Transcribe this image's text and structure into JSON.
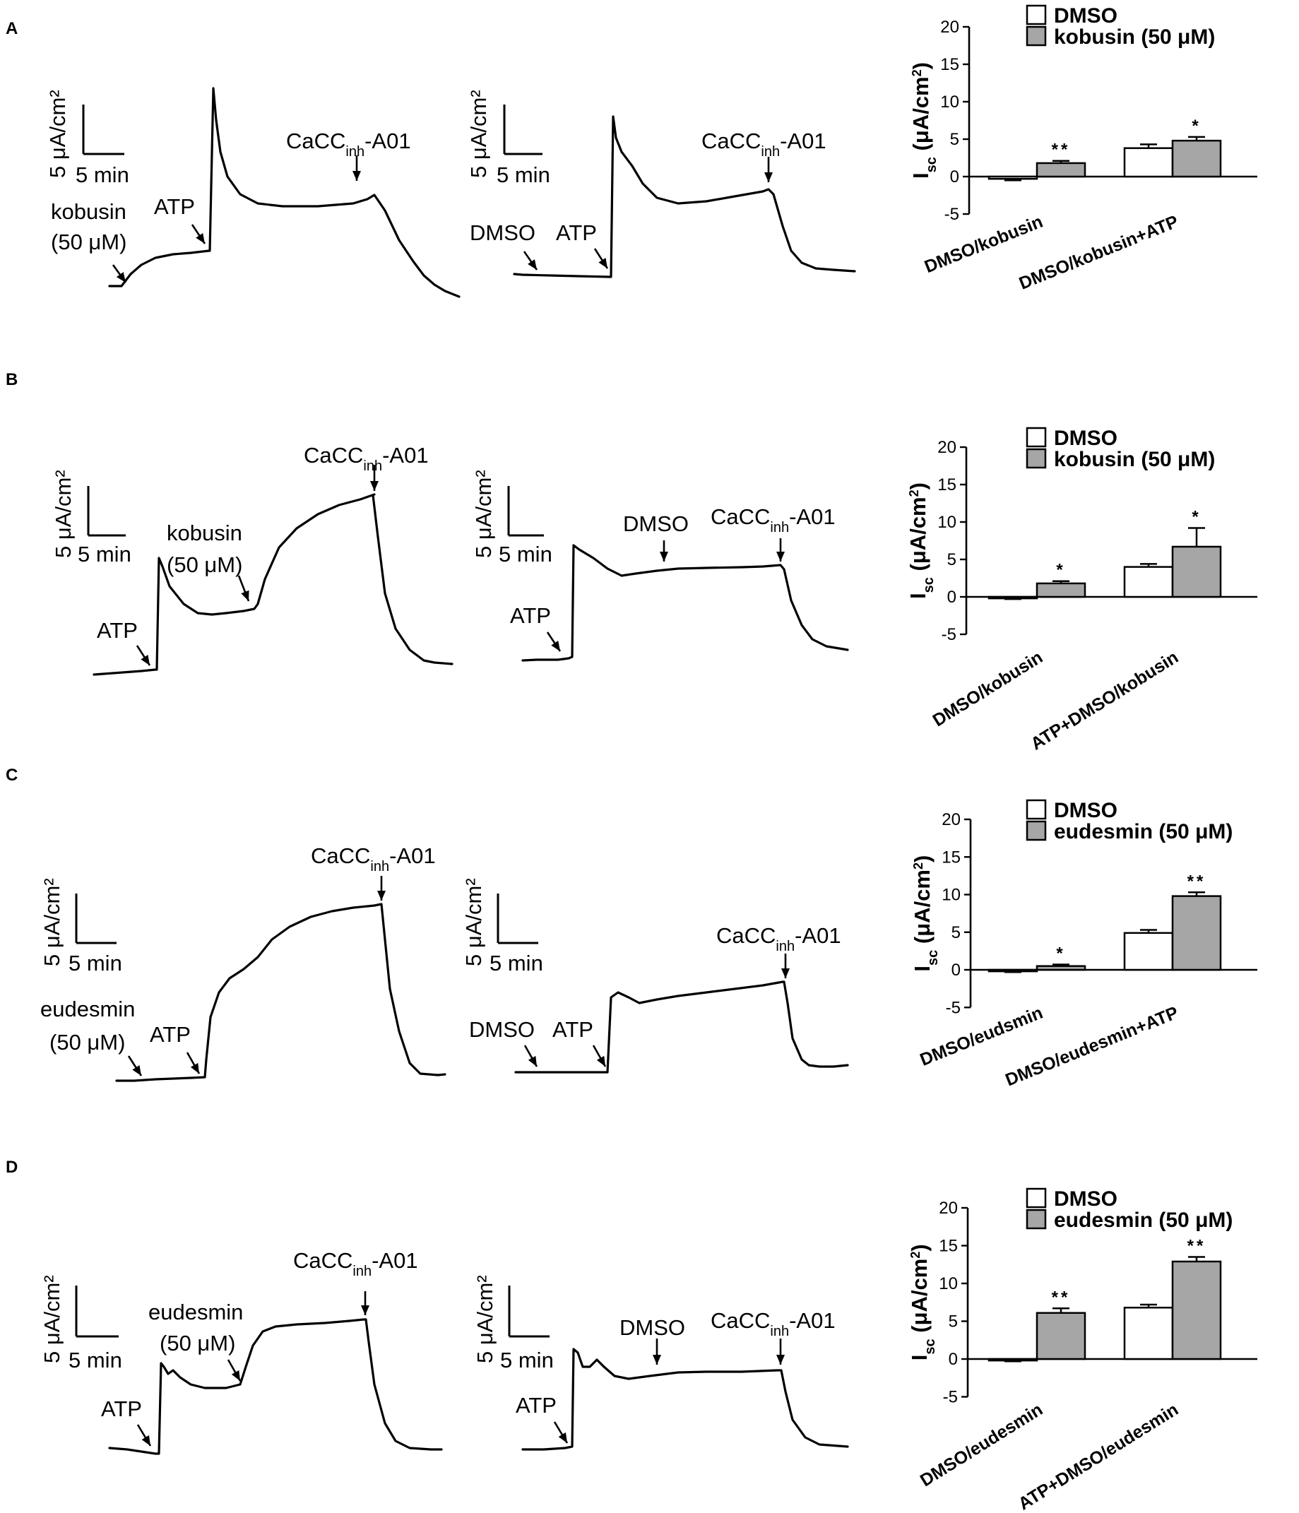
{
  "panels": [
    {
      "letter": "A",
      "traces": [
        {
          "scale": {
            "y": "5 μA/cm²",
            "x": "5 min"
          },
          "labels": [
            {
              "text": "kobusin",
              "sub": ""
            },
            {
              "text": "(50 μM)",
              "sub": ""
            },
            {
              "text": "ATP",
              "sub": ""
            },
            {
              "text": "CaCC",
              "sub": "inh",
              "after": "-A01"
            }
          ]
        },
        {
          "scale": {
            "y": "5 μA/cm²",
            "x": "5 min"
          },
          "labels": [
            {
              "text": "DMSO",
              "sub": ""
            },
            {
              "text": "ATP",
              "sub": ""
            },
            {
              "text": "CaCC",
              "sub": "inh",
              "after": "-A01"
            }
          ]
        }
      ]
    },
    {
      "letter": "B",
      "traces": [
        {
          "scale": {
            "y": "5 μA/cm²",
            "x": "5 min"
          },
          "labels": [
            {
              "text": "ATP",
              "sub": ""
            },
            {
              "text": "kobusin",
              "sub": ""
            },
            {
              "text": "(50 μM)",
              "sub": ""
            },
            {
              "text": "CaCC",
              "sub": "inh",
              "after": "-A01"
            }
          ]
        },
        {
          "scale": {
            "y": "5 μA/cm²",
            "x": "5 min"
          },
          "labels": [
            {
              "text": "ATP",
              "sub": ""
            },
            {
              "text": "DMSO",
              "sub": ""
            },
            {
              "text": "CaCC",
              "sub": "inh",
              "after": "-A01"
            }
          ]
        }
      ]
    },
    {
      "letter": "C",
      "traces": [
        {
          "scale": {
            "y": "5 μA/cm²",
            "x": "5 min"
          },
          "labels": [
            {
              "text": "eudesmin",
              "sub": ""
            },
            {
              "text": "(50 μM)",
              "sub": ""
            },
            {
              "text": "ATP",
              "sub": ""
            },
            {
              "text": "CaCC",
              "sub": "inh",
              "after": "-A01"
            }
          ]
        },
        {
          "scale": {
            "y": "5 μA/cm²",
            "x": "5 min"
          },
          "labels": [
            {
              "text": "DMSO",
              "sub": ""
            },
            {
              "text": "ATP",
              "sub": ""
            },
            {
              "text": "CaCC",
              "sub": "inh",
              "after": "-A01"
            }
          ]
        }
      ]
    },
    {
      "letter": "D",
      "traces": [
        {
          "scale": {
            "y": "5 μA/cm²",
            "x": "5 min"
          },
          "labels": [
            {
              "text": "ATP",
              "sub": ""
            },
            {
              "text": "eudesmin",
              "sub": ""
            },
            {
              "text": "(50 μM)",
              "sub": ""
            },
            {
              "text": "CaCC",
              "sub": "inh",
              "after": "-A01"
            }
          ]
        },
        {
          "scale": {
            "y": "5 μA/cm²",
            "x": "5 min"
          },
          "labels": [
            {
              "text": "ATP",
              "sub": ""
            },
            {
              "text": "DMSO",
              "sub": ""
            },
            {
              "text": "CaCC",
              "sub": "inh",
              "after": "-A01"
            }
          ]
        }
      ]
    }
  ],
  "colors": {
    "control": "#ffffff",
    "treated": "#a6a6a6",
    "ink": "#000000"
  },
  "chart_data": [
    {
      "type": "bar",
      "panel": "A",
      "ylabel": "Isc (μA/cm²)",
      "ylabel_main": "I",
      "ylabel_sub": "sc",
      "ylabel_rest": " (μA/cm",
      "ylabel_sup": "2",
      "ylabel_end": ")",
      "ylim": [
        -5,
        20
      ],
      "yticks": [
        "20",
        "15",
        "10",
        "5",
        "0",
        "-5"
      ],
      "categories": [
        "DMSO/kobusin",
        "DMSO/kobusin+ATP"
      ],
      "series": [
        {
          "name": "DMSO",
          "values": [
            -0.3,
            3.8
          ],
          "errors": [
            0.2,
            0.5
          ],
          "sig": [
            "",
            ""
          ]
        },
        {
          "name": "kobusin (50 μM)",
          "values": [
            1.8,
            4.8
          ],
          "errors": [
            0.3,
            0.5
          ],
          "sig": [
            "**",
            "*"
          ]
        }
      ],
      "legend": "top-right"
    },
    {
      "type": "bar",
      "panel": "B",
      "ylabel": "Isc (μA/cm²)",
      "ylabel_main": "I",
      "ylabel_sub": "sc",
      "ylabel_rest": " (μA/cm",
      "ylabel_sup": "2",
      "ylabel_end": ")",
      "ylim": [
        -5,
        20
      ],
      "yticks": [
        "20",
        "15",
        "10",
        "5",
        "0",
        "-5"
      ],
      "categories": [
        "DMSO/kobusin",
        "ATP+DMSO/kobusin"
      ],
      "series": [
        {
          "name": "DMSO",
          "values": [
            -0.2,
            4.0
          ],
          "errors": [
            0.1,
            0.4
          ],
          "sig": [
            "",
            ""
          ]
        },
        {
          "name": "kobusin (50 μM)",
          "values": [
            1.8,
            6.7
          ],
          "errors": [
            0.3,
            2.5
          ],
          "sig": [
            "*",
            "*"
          ]
        }
      ],
      "legend": "top-right"
    },
    {
      "type": "bar",
      "panel": "C",
      "ylabel": "Isc (μA/cm²)",
      "ylabel_main": "I",
      "ylabel_sub": "sc",
      "ylabel_rest": " (μA/cm",
      "ylabel_sup": "2",
      "ylabel_end": ")",
      "ylim": [
        -5,
        20
      ],
      "yticks": [
        "20",
        "15",
        "10",
        "5",
        "0",
        "-5"
      ],
      "categories": [
        "DMSO/eudsmin",
        "DMSO/eudesmin+ATP"
      ],
      "series": [
        {
          "name": "DMSO",
          "values": [
            -0.2,
            4.9
          ],
          "errors": [
            0.1,
            0.4
          ],
          "sig": [
            "",
            ""
          ]
        },
        {
          "name": "eudesmin (50 μM)",
          "values": [
            0.5,
            9.8
          ],
          "errors": [
            0.2,
            0.5
          ],
          "sig": [
            "*",
            "**"
          ]
        }
      ],
      "legend": "top-right"
    },
    {
      "type": "bar",
      "panel": "D",
      "ylabel": "Isc (μA/cm²)",
      "ylabel_main": "I",
      "ylabel_sub": "sc",
      "ylabel_rest": " (μA/cm",
      "ylabel_sup": "2",
      "ylabel_end": ")",
      "ylim": [
        -5,
        20
      ],
      "yticks": [
        "20",
        "15",
        "10",
        "5",
        "0",
        "-5"
      ],
      "categories": [
        "DMSO/eudesmin",
        "ATP+DMSO/eudesmin"
      ],
      "series": [
        {
          "name": "DMSO",
          "values": [
            -0.2,
            6.8
          ],
          "errors": [
            0.1,
            0.4
          ],
          "sig": [
            "",
            ""
          ]
        },
        {
          "name": "eudesmin (50 μM)",
          "values": [
            6.1,
            12.9
          ],
          "errors": [
            0.6,
            0.6
          ],
          "sig": [
            "**",
            "**"
          ]
        }
      ],
      "legend": "top-right"
    }
  ]
}
